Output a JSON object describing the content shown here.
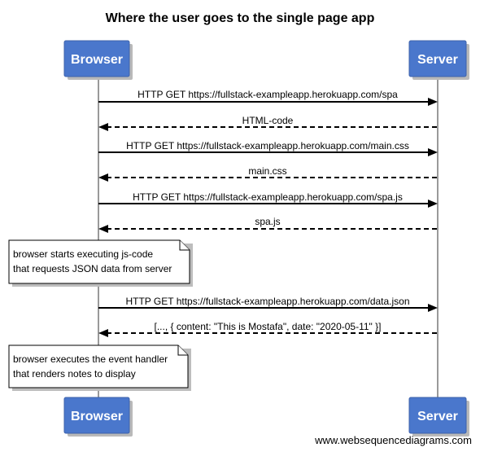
{
  "title": "Where the user goes to the single page app",
  "participants": [
    {
      "id": "browser",
      "label": "Browser"
    },
    {
      "id": "server",
      "label": "Server"
    }
  ],
  "messages": [
    {
      "from": "browser",
      "to": "server",
      "label": "HTTP GET https://fullstack-exampleapp.herokuapp.com/spa",
      "style": "solid"
    },
    {
      "from": "server",
      "to": "browser",
      "label": "HTML-code",
      "style": "dashed"
    },
    {
      "from": "browser",
      "to": "server",
      "label": "HTTP GET https://fullstack-exampleapp.herokuapp.com/main.css",
      "style": "solid"
    },
    {
      "from": "server",
      "to": "browser",
      "label": "main.css",
      "style": "dashed"
    },
    {
      "from": "browser",
      "to": "server",
      "label": "HTTP GET https://fullstack-exampleapp.herokuapp.com/spa.js",
      "style": "solid"
    },
    {
      "from": "server",
      "to": "browser",
      "label": "spa.js",
      "style": "dashed"
    },
    {
      "from": "browser",
      "to": "server",
      "label": "HTTP GET https://fullstack-exampleapp.herokuapp.com/data.json",
      "style": "solid"
    },
    {
      "from": "server",
      "to": "browser",
      "label": "[..., { content: \"This is Mostafa\", date: \"2020-05-11\" }]",
      "style": "dashed"
    }
  ],
  "notes": [
    {
      "attached_to": "browser",
      "lines": [
        "browser starts executing js-code",
        "that requests JSON data from server"
      ]
    },
    {
      "attached_to": "browser",
      "lines": [
        "browser executes the event handler",
        "that renders notes to display"
      ]
    }
  ],
  "watermark": "www.websequencediagrams.com"
}
